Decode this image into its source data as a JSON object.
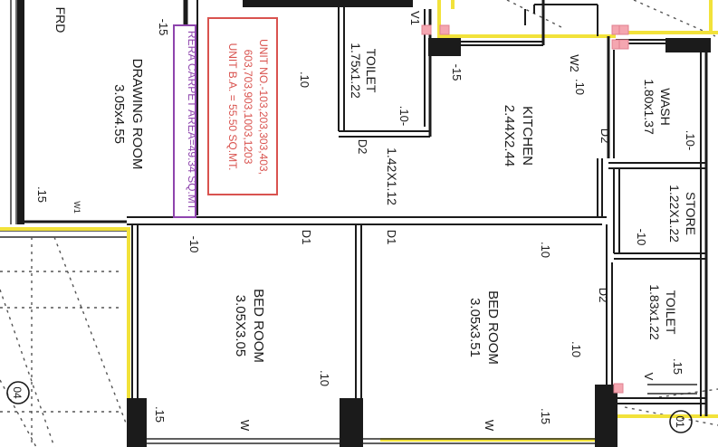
{
  "colors": {
    "paper": "#ffffff",
    "wall": "#1b1b1b",
    "yellow_outline": "#f2e23a",
    "unit_box": "#d9534f",
    "rera_box": "#8e44ad",
    "pink_marker": "#f4a6b0"
  },
  "top_left": {
    "label": "FRD"
  },
  "drawing_room": {
    "name": "DRAWING ROOM",
    "size": "3.05x4.55"
  },
  "toilet_1": {
    "name": "TOILET",
    "size": "1.75x1.22",
    "code": "V1"
  },
  "kitchen": {
    "name": "KITCHEN",
    "size": "2.44X2.44",
    "window": "W2"
  },
  "wash": {
    "name": "WASH",
    "size": "1.80x1.37"
  },
  "store": {
    "name": "STORE",
    "size": "1.22X1.22"
  },
  "toilet_2": {
    "name": "TOILET",
    "size": "1.83x1.22",
    "code": "V"
  },
  "bed_room_1": {
    "name": "BED ROOM",
    "size": "3.05X3.05",
    "window": "W"
  },
  "bed_room_2": {
    "name": "BED ROOM",
    "size": "3.05x3.51",
    "window": "W"
  },
  "passage": {
    "size": "1.42X1.12"
  },
  "doors": {
    "d1": "D1",
    "d2": "D2",
    "w1": "W1"
  },
  "unit_info": {
    "line1": "UNIT NO.-103,203,303,403,",
    "line2": "603,703,903,1003,1203",
    "line3": "UNIT B.A. = 55.50 SQ.MT."
  },
  "rera": {
    "text": "RERA CARPET AREA=49.34 SQ.MT."
  },
  "dims": {
    "d10": ".10",
    "d15": ".15",
    "d15b": "-15",
    "d10b": "-10",
    "d10c": ".10-"
  },
  "markers": {
    "left": "04",
    "right": "01"
  }
}
